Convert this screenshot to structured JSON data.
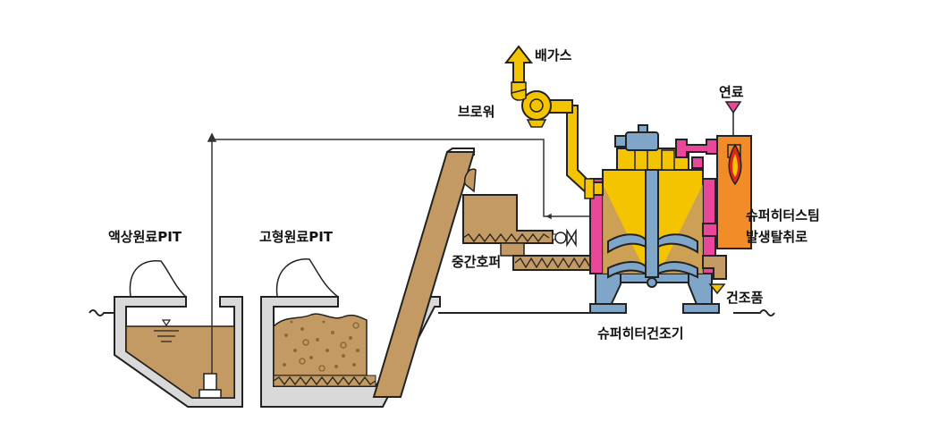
{
  "labels": {
    "exhaust_gas": "배가스",
    "blower": "브로워",
    "fuel": "연료",
    "steam_generator_line1": "슈퍼히터스팀",
    "steam_generator_line2": "발생탈취로",
    "liquid_pit": "액상원료PIT",
    "solid_pit": "고형원료PIT",
    "intermediate_hopper": "중간호퍼",
    "dried_product": "건조품",
    "dryer": "슈퍼히터건조기"
  },
  "colors": {
    "outline": "#222222",
    "pit_wall": "#d9d9d9",
    "material": "#c49a64",
    "material_dots": "#8a6a3c",
    "gas_duct": "#f5c400",
    "steam_line": "#e8479a",
    "dryer_support": "#7fa6c8",
    "furnace": "#f28c28",
    "flame": "#e0261c",
    "fuel_arrow": "#e8479a",
    "connector_line": "#333333"
  }
}
